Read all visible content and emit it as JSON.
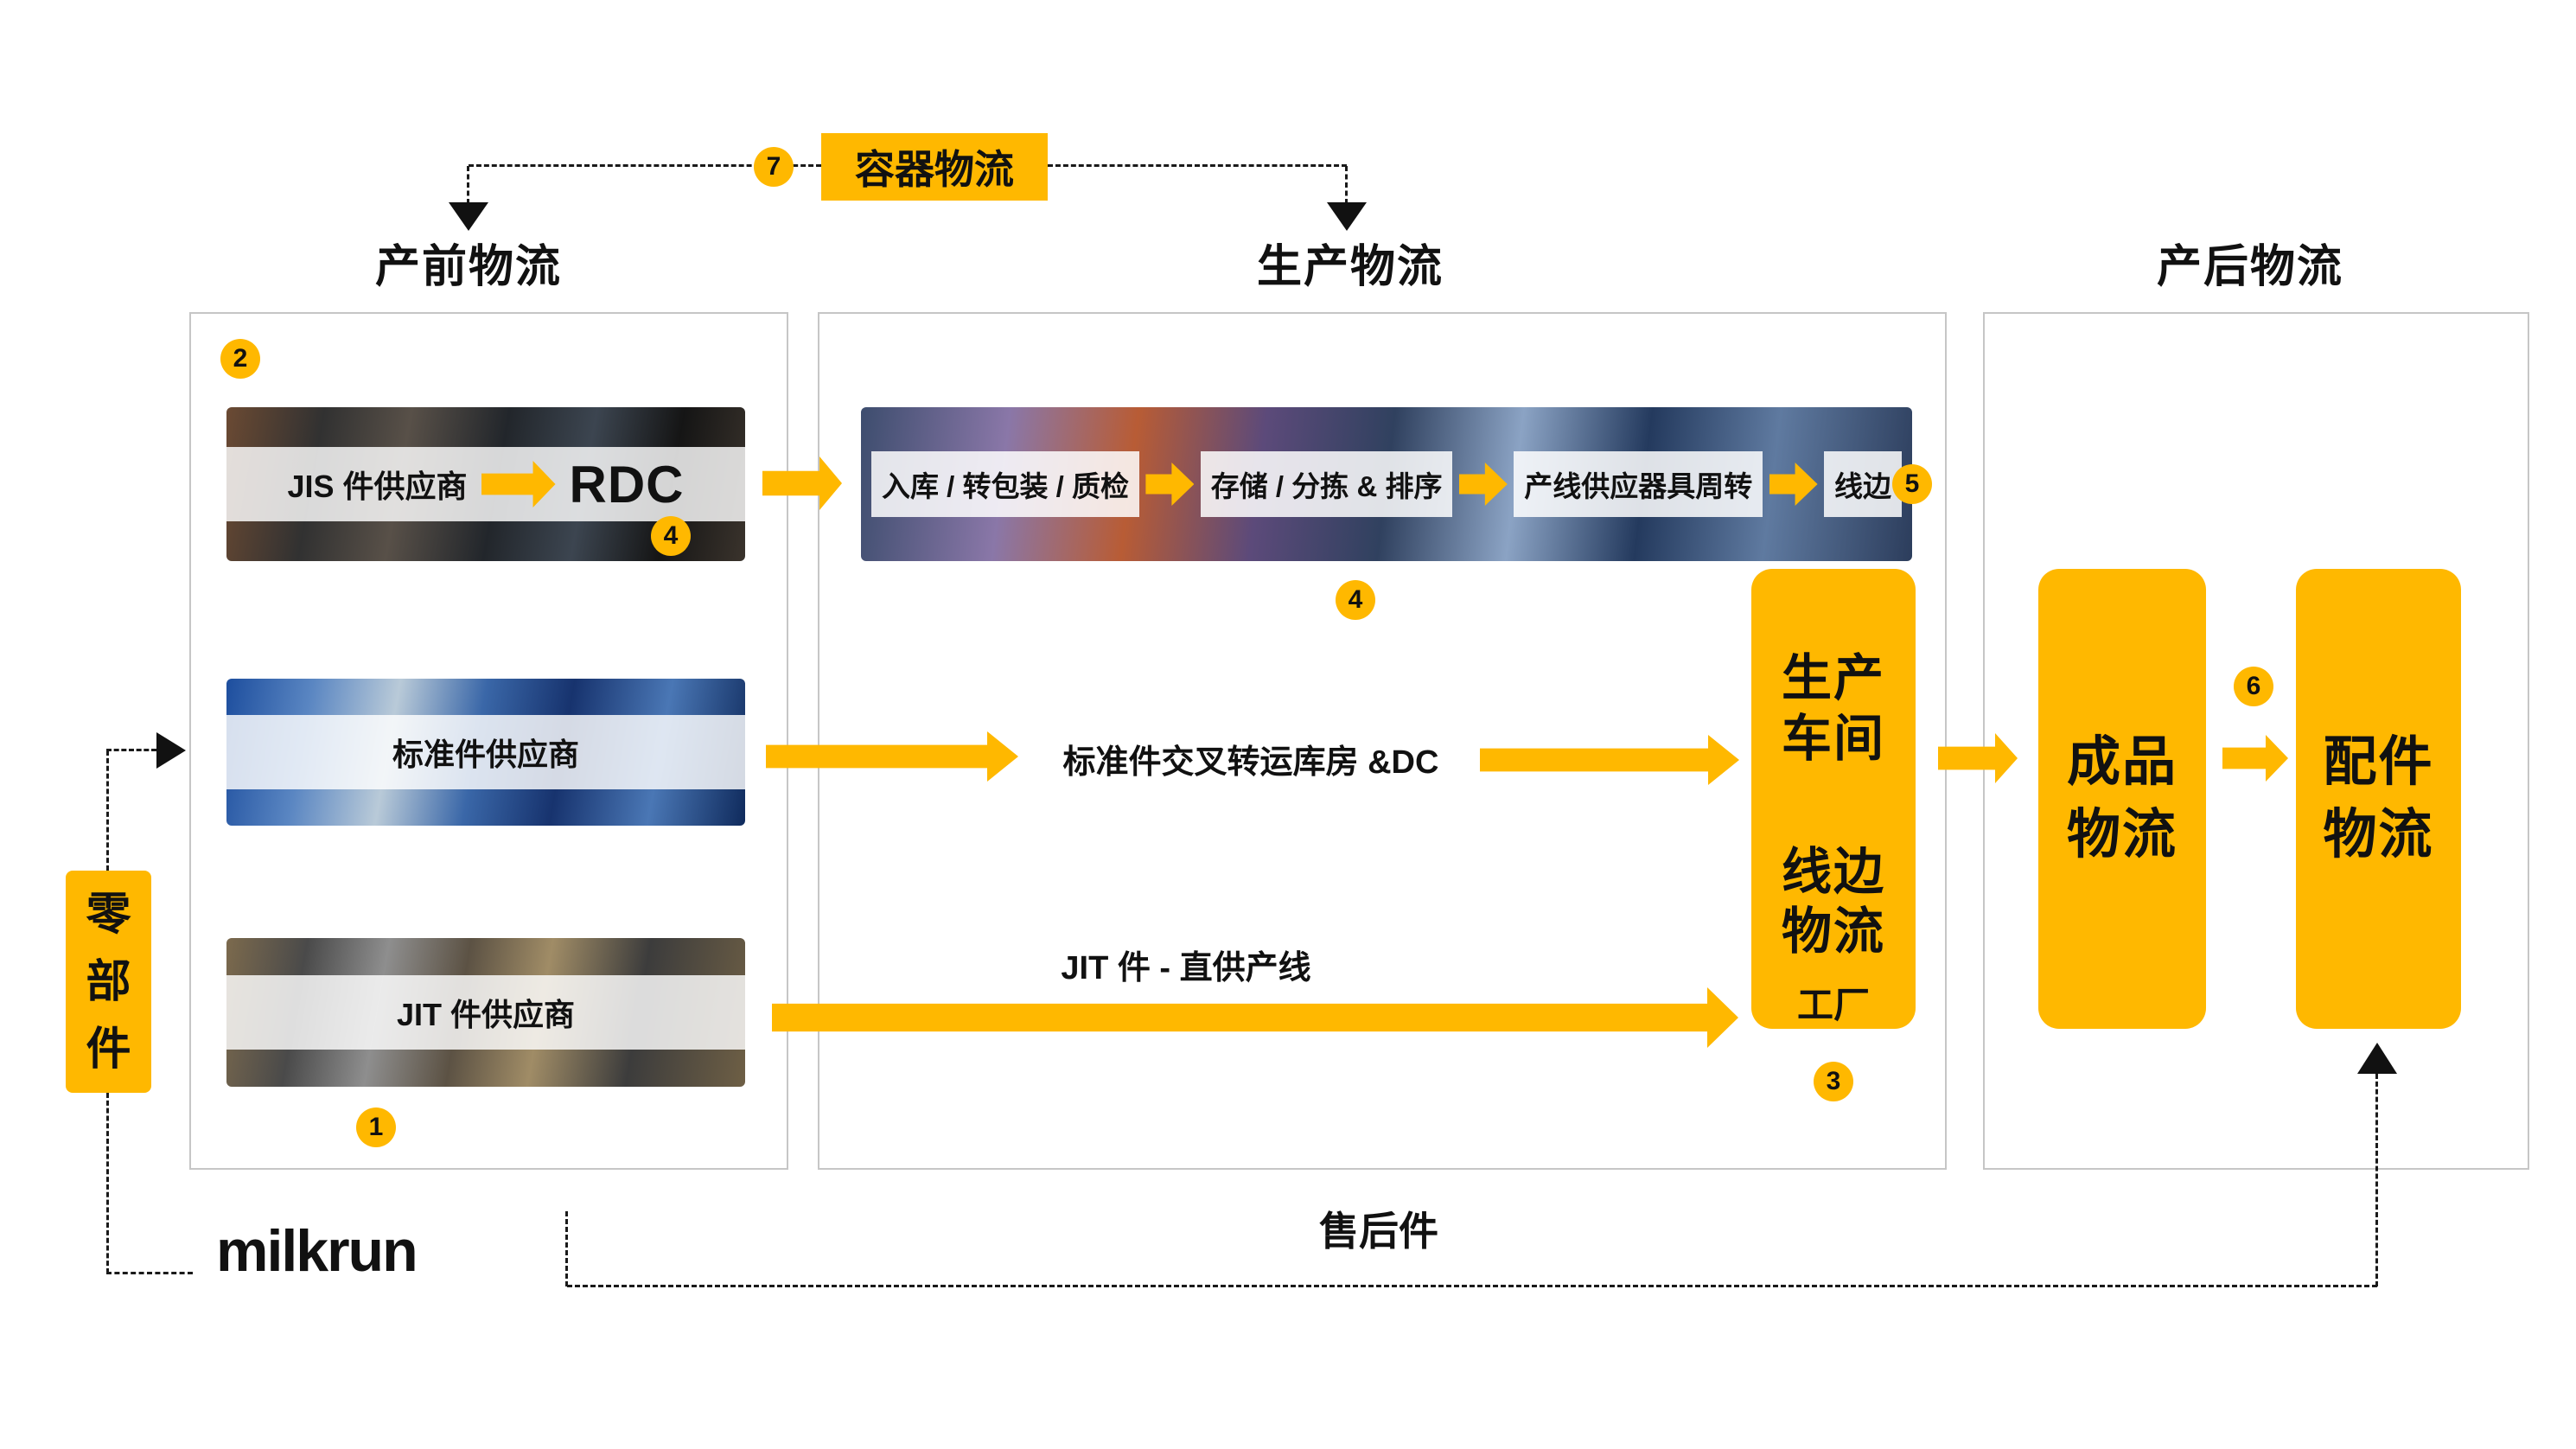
{
  "colors": {
    "accent": "#FFB800"
  },
  "container_flow": {
    "badge": "7",
    "label": "容器物流"
  },
  "section_headers": {
    "pre": "产前物流",
    "production": "生产物流",
    "post": "产后物流"
  },
  "pre_section": {
    "badge": "2",
    "jis": {
      "label": "JIS 件供应商",
      "rdc": "RDC",
      "badge": "4"
    },
    "standard": {
      "label": "标准件供应商"
    },
    "jit": {
      "label": "JIT 件供应商",
      "badge": "1"
    }
  },
  "production_section": {
    "strip": {
      "steps": [
        "入库 / 转包装 / 质检",
        "存储 / 分拣 & 排序",
        "产线供应器具周转",
        "线边"
      ],
      "badge": "5"
    },
    "badge": "4",
    "standard_flow": "标准件交叉转运库房 &DC",
    "jit_flow": "JIT 件 - 直供产线",
    "workshop": {
      "title_lines": [
        "生产",
        "车间"
      ],
      "subtitle_lines": [
        "线边",
        "物流"
      ],
      "footnote": "工厂",
      "badge": "3"
    }
  },
  "post_section": {
    "finished_goods": [
      "成品",
      "物流"
    ],
    "badge": "6",
    "spare_parts": [
      "配件",
      "物流"
    ]
  },
  "components_box": [
    "零",
    "部",
    "件"
  ],
  "footer": {
    "logo": "milkrun",
    "aftersales": "售后件"
  }
}
